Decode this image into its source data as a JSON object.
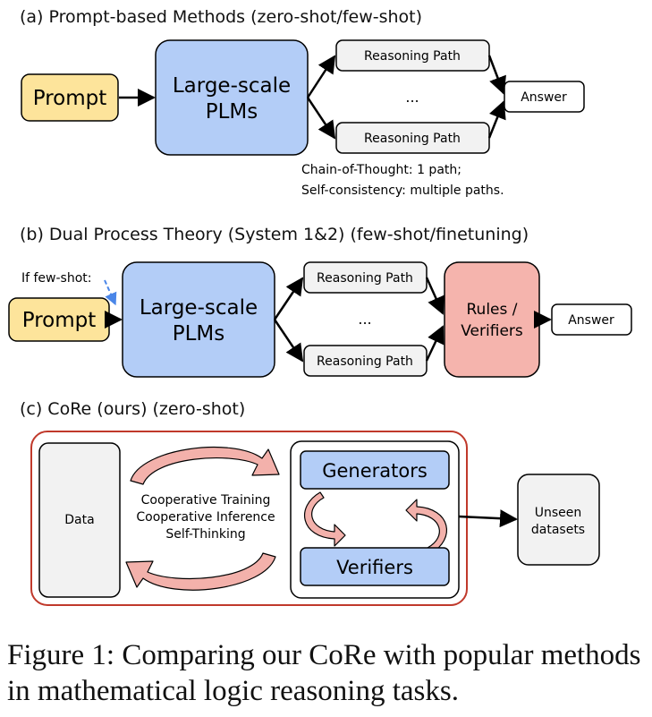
{
  "panel_a": {
    "title": "(a) Prompt-based Methods (zero-shot/few-shot)",
    "prompt": "Prompt",
    "plm_line1": "Large-scale",
    "plm_line2": "PLMs",
    "path_top": "Reasoning Path",
    "ellipsis": "...",
    "path_bottom": "Reasoning Path",
    "answer": "Answer",
    "note_line1": "Chain-of-Thought: 1 path;",
    "note_line2": "Self-consistency: multiple paths."
  },
  "panel_b": {
    "title": "(b) Dual Process Theory (System 1&2) (few-shot/finetuning)",
    "if_few_shot": "If few-shot:",
    "prompt": "Prompt",
    "plm_line1": "Large-scale",
    "plm_line2": "PLMs",
    "path_top": "Reasoning Path",
    "ellipsis": "...",
    "path_bottom": "Reasoning Path",
    "rules_line1": "Rules /",
    "rules_line2": "Verifiers",
    "answer": "Answer"
  },
  "panel_c": {
    "title": "(c) CoRe (ours) (zero-shot)",
    "data": "Data",
    "coop_training": "Cooperative Training",
    "coop_inference": "Cooperative Inference",
    "self_thinking": "Self-Thinking",
    "generators": "Generators",
    "verifiers": "Verifiers",
    "unseen_line1": "Unseen",
    "unseen_line2": "datasets"
  },
  "caption": "Figure 1: Comparing our CoRe with popular methods in mathematical logic reasoning tasks.",
  "colors": {
    "prompt_fill": "#fde49b",
    "plm_fill": "#b3cdf7",
    "rules_fill": "#f5b4ad",
    "gray_fill": "#f2f2f2",
    "frame_red": "#c0392b",
    "cycle_arrow_fill": "#f3b1ab",
    "dashed_arrow": "#4a86e8"
  }
}
